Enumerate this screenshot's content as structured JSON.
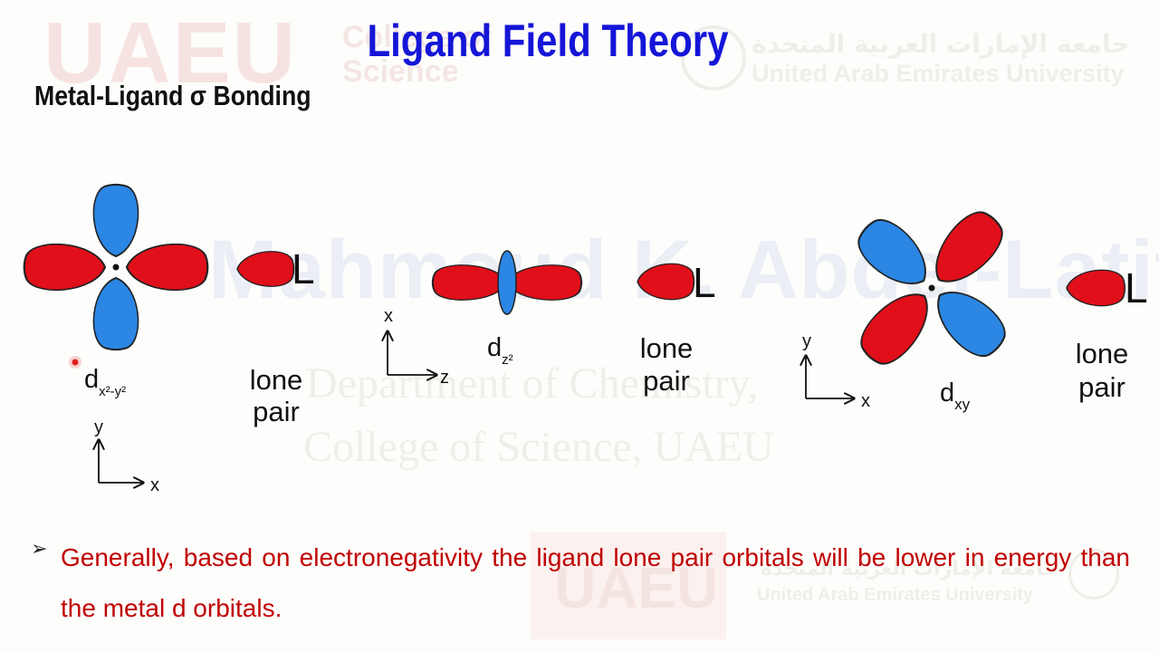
{
  "slide": {
    "title": "Ligand Field Theory",
    "subtitle": "Metal-Ligand σ Bonding",
    "bullet_text": "Generally, based on electronegativity the ligand lone pair orbitals will be lower in energy than the metal d orbitals."
  },
  "watermarks": {
    "logo_text": "UAEU",
    "college_line1": "College of",
    "college_line2": "Science",
    "university_ar": "جامعة الإمارات العربية المتحدة",
    "university_en": "United Arab Emirates University",
    "author": "Mahmoud K. Abdel-Latif",
    "department": "Department of Chemistry,",
    "college": "College of Science, UAEU"
  },
  "diagram": {
    "ligand_symbol": "L",
    "lone_pair_line1": "lone",
    "lone_pair_line2": "pair",
    "orbital1": {
      "letter": "d",
      "subscript": "x²-y²",
      "axis_vertical": "y",
      "axis_horizontal": "x"
    },
    "orbital2": {
      "letter": "d",
      "subscript": "z²",
      "axis_vertical": "x",
      "axis_horizontal": "z"
    },
    "orbital3": {
      "letter": "d",
      "subscript": "xy",
      "axis_vertical": "y",
      "axis_horizontal": "x"
    },
    "colors": {
      "red_lobe": "#e00f1a",
      "blue_lobe": "#2b86e4",
      "outline": "#222222",
      "title_blue": "#1515d8",
      "text_red": "#c00000"
    }
  }
}
